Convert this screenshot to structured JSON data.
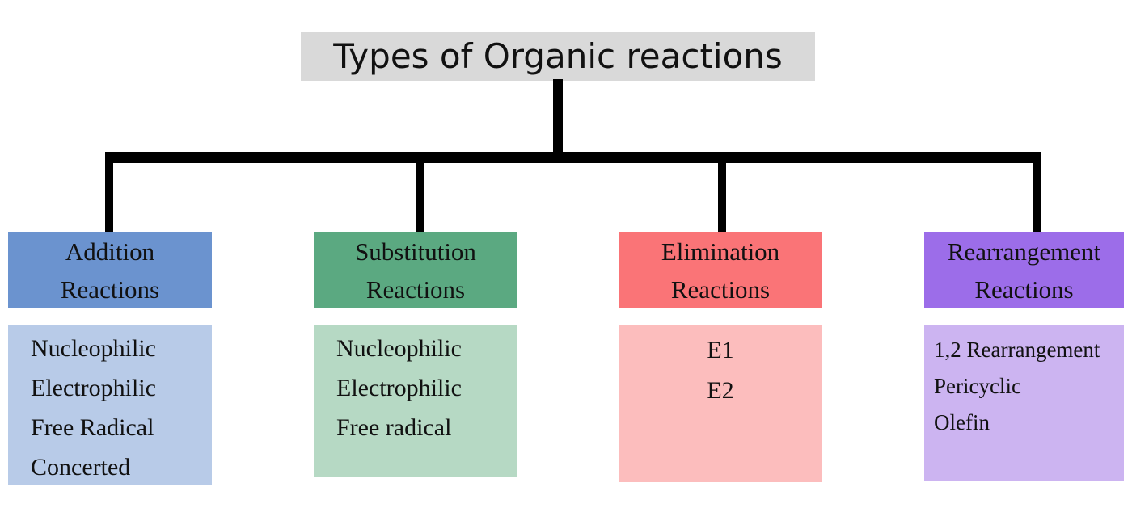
{
  "title": "Types of Organic reactions",
  "title_background": "#d9d9d9",
  "connector_color": "#000000",
  "text_color": "#111111",
  "branches": [
    {
      "name": "addition",
      "header": {
        "line1": "Addition",
        "line2": "Reactions"
      },
      "items": [
        "Nucleophilic",
        "Electrophilic",
        "Free Radical",
        "Concerted"
      ],
      "colors": {
        "header": "#6b93cf",
        "list": "#b8cbe8"
      }
    },
    {
      "name": "substitution",
      "header": {
        "line1": "Substitution",
        "line2": "Reactions"
      },
      "items": [
        "Nucleophilic",
        "Electrophilic",
        "Free radical"
      ],
      "colors": {
        "header": "#5ba981",
        "list": "#b6d9c4"
      }
    },
    {
      "name": "elimination",
      "header": {
        "line1": "Elimination",
        "line2": "Reactions"
      },
      "items": [
        "E1",
        "E2"
      ],
      "colors": {
        "header": "#fa7477",
        "list": "#fcbdbd"
      }
    },
    {
      "name": "rearrangement",
      "header": {
        "line1": "Rearrangement",
        "line2": "Reactions"
      },
      "items": [
        "1,2 Rearrangement",
        "Pericyclic",
        "Olefin"
      ],
      "colors": {
        "header": "#9c6de9",
        "list": "#ccb4f1"
      }
    }
  ]
}
